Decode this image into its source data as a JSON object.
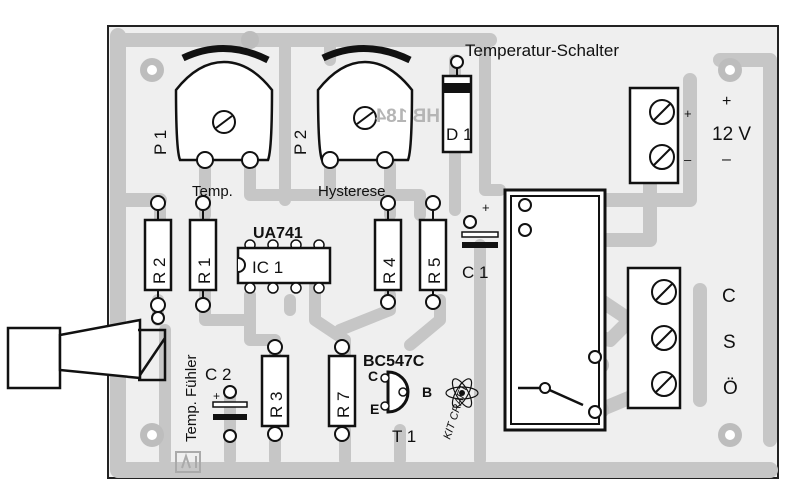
{
  "board": {
    "title": "Temperatur-Schalter",
    "pcb_code": "HB 184",
    "logo_text": "KIT CRAFT"
  },
  "labels": {
    "p1": "P 1",
    "p2": "P 2",
    "d1": "D 1",
    "temp": "Temp.",
    "hysterese": "Hysterese",
    "r1": "R 1",
    "r2": "R 2",
    "r3": "R 3",
    "r4": "R 4",
    "r5": "R 5",
    "r7": "R 7",
    "ic1": "IC 1",
    "ic_type": "UA741",
    "c1": "C 1",
    "c1_plus": "+",
    "c2": "C 2",
    "c2_plus": "+",
    "t1": "T 1",
    "t1_type": "BC547C",
    "pin_c": "C",
    "pin_b": "B",
    "pin_e": "E",
    "sensor": "Temp. Fühler",
    "supply_plus": "+",
    "supply_voltage": "12 V",
    "supply_minus": "–",
    "term_plus": "+",
    "term_minus": "–",
    "out_c": "C",
    "out_s": "S",
    "out_o": "Ö"
  },
  "colors": {
    "board": "#eeeeee",
    "trace": "#c9c9c9",
    "ink": "#111111"
  }
}
